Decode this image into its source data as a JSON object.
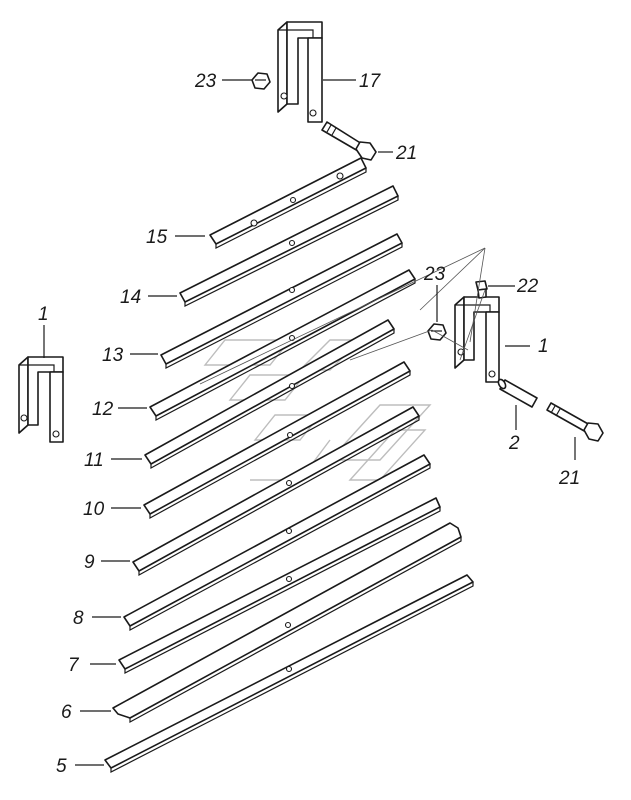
{
  "diagram": {
    "labels": {
      "c1_left": "1",
      "c1_right": "1",
      "n2": "2",
      "n5": "5",
      "n6": "6",
      "n7": "7",
      "n8": "8",
      "n9": "9",
      "n10": "10",
      "n11": "11",
      "n12": "12",
      "n13": "13",
      "n14": "14",
      "n15": "15",
      "n17": "17",
      "n21_top": "21",
      "n21_right": "21",
      "n22": "22",
      "n23_top": "23",
      "n23_mid": "23"
    }
  }
}
